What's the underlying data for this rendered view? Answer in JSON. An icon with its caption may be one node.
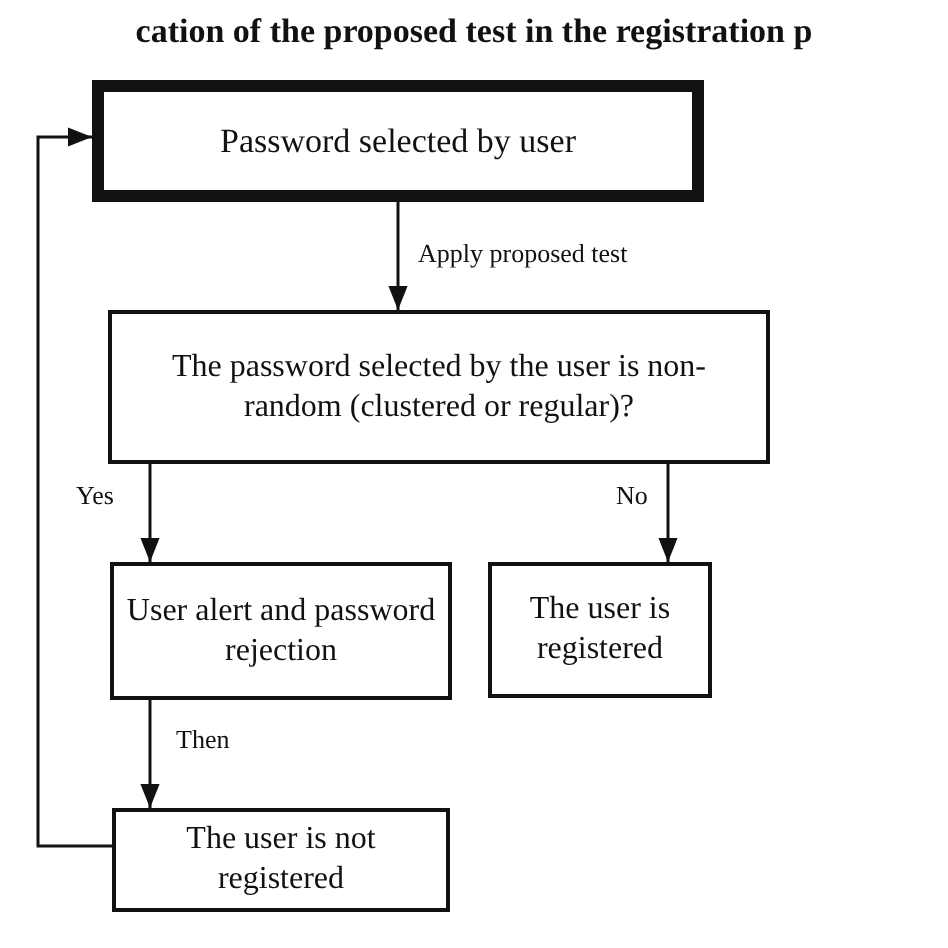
{
  "diagram": {
    "title": "cation of the proposed test in the registration p",
    "nodes": [
      {
        "text": [
          "Password selected by user"
        ]
      },
      {
        "text": [
          "The password selected by the user is non-random (clustered or regular)?"
        ]
      },
      {
        "text": [
          "User alert and password rejection"
        ]
      },
      {
        "text": [
          "The user is registered"
        ]
      },
      {
        "text": [
          "The user is not registered"
        ]
      }
    ],
    "edges": [
      {
        "from": 0,
        "to": 1,
        "arrow": "to",
        "label": "Apply proposed test"
      },
      {
        "from": 1,
        "to": 2,
        "arrow": "to",
        "label": "Yes"
      },
      {
        "from": 1,
        "to": 3,
        "arrow": "to",
        "label": "No"
      },
      {
        "from": 2,
        "to": 4,
        "arrow": "to",
        "label": "Then"
      },
      {
        "from": 4,
        "to": 0,
        "arrow": "to"
      }
    ]
  }
}
